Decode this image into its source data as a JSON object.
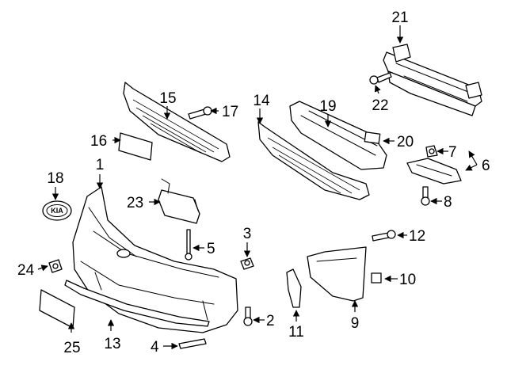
{
  "callouts": {
    "c1": "1",
    "c2": "2",
    "c3": "3",
    "c4": "4",
    "c5": "5",
    "c6": "6",
    "c7": "7",
    "c8": "8",
    "c9": "9",
    "c10": "10",
    "c11": "11",
    "c12": "12",
    "c13": "13",
    "c14": "14",
    "c15": "15",
    "c16": "16",
    "c17": "17",
    "c18": "18",
    "c19": "19",
    "c20": "20",
    "c21": "21",
    "c22": "22",
    "c23": "23",
    "c24": "24",
    "c25": "25"
  },
  "emblem": {
    "text": "KIA"
  }
}
